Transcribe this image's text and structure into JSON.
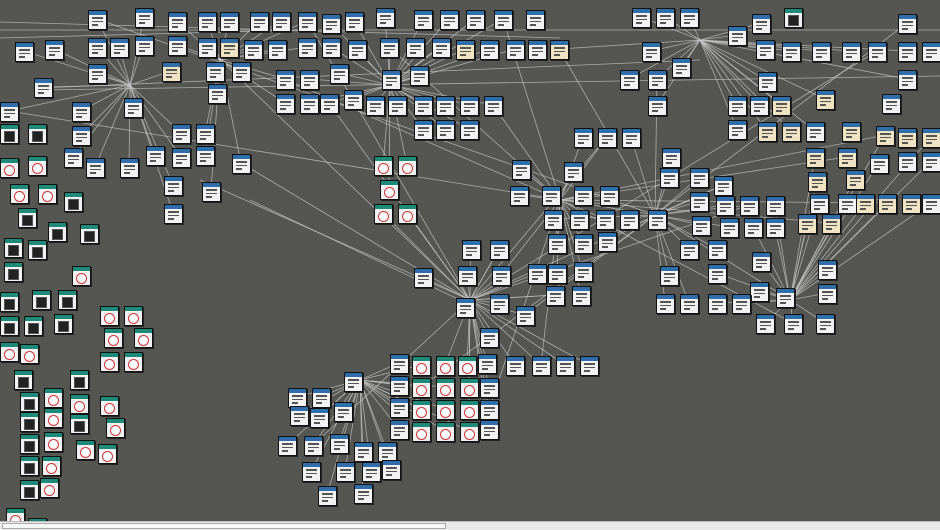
{
  "canvas": {
    "background_color": "#555652",
    "edge_color": "#c8c8c8",
    "node_types": [
      {
        "type": "document",
        "icon": "document-node-icon",
        "header_color": "#2f6ea8"
      },
      {
        "type": "image",
        "icon": "image-node-icon",
        "header_color": "#1e8b7a"
      }
    ]
  },
  "scrollbar": {
    "orientation": "horizontal",
    "position_fraction": 0.0,
    "visible_fraction": 0.47
  }
}
